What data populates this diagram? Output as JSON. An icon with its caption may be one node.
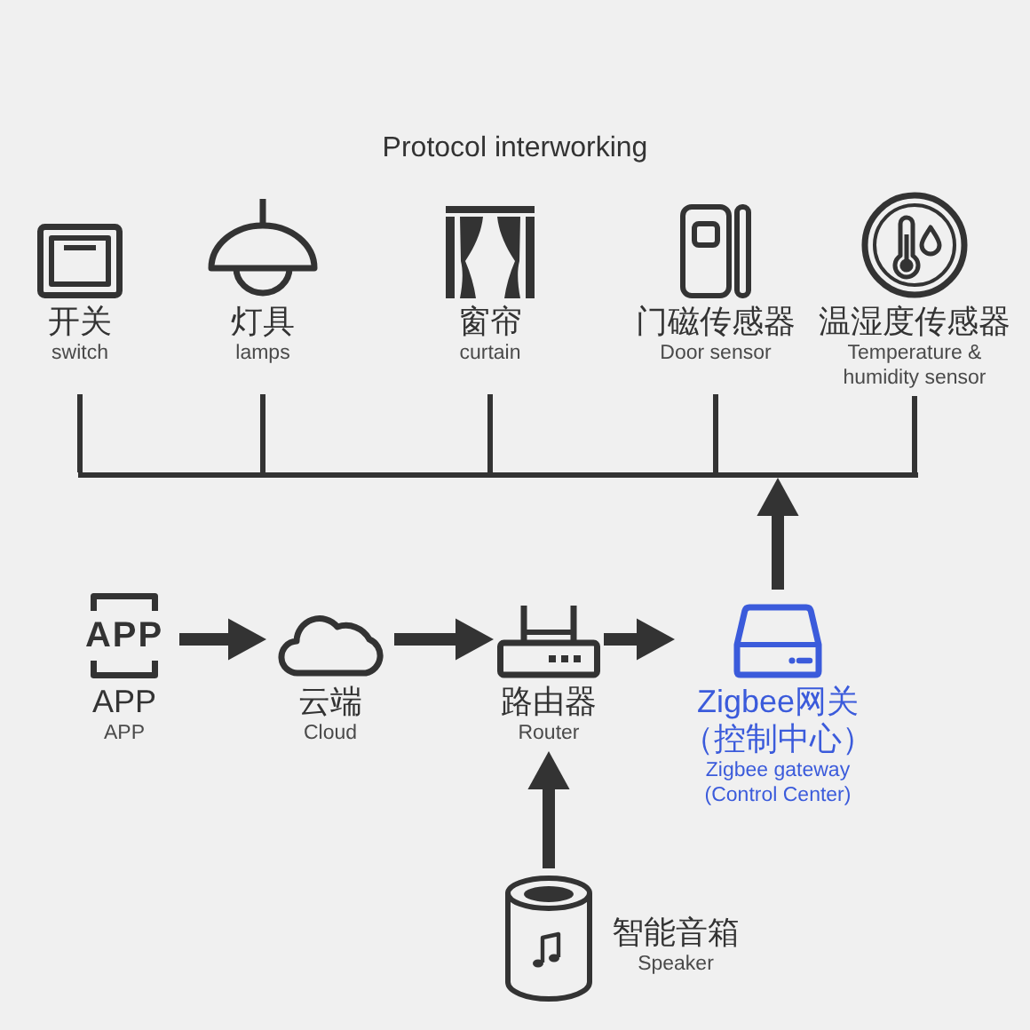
{
  "diagram": {
    "title": "Protocol interworking",
    "nodes": [
      {
        "text": [
          "开关",
          "switch"
        ]
      },
      {
        "text": [
          "灯具",
          "lamps"
        ]
      },
      {
        "text": [
          "窗帘",
          "curtain"
        ]
      },
      {
        "text": [
          "门磁传感器",
          "Door sensor"
        ]
      },
      {
        "text": [
          "温湿度传感器",
          "Temperature & humidity sensor"
        ]
      },
      {
        "text": [],
        "shape": "line"
      },
      {
        "text": [
          "APP",
          "APP",
          "APP"
        ]
      },
      {
        "text": [
          "云端",
          "Cloud"
        ]
      },
      {
        "text": [
          "路由器",
          "Router"
        ]
      },
      {
        "text": [
          "Zigbee网关（控制中心）",
          "Zigbee gateway (Control Center)"
        ]
      },
      {
        "text": [
          "智能音箱",
          "Speaker"
        ]
      }
    ],
    "edges": [
      {
        "from": 9,
        "to": 5,
        "arrow": "to",
        "style": "thick"
      },
      {
        "from": 5,
        "to": 0,
        "arrow": "none"
      },
      {
        "from": 5,
        "to": 1,
        "arrow": "none"
      },
      {
        "from": 5,
        "to": 2,
        "arrow": "none"
      },
      {
        "from": 5,
        "to": 3,
        "arrow": "none"
      },
      {
        "from": 5,
        "to": 4,
        "arrow": "none"
      },
      {
        "from": 6,
        "to": 7,
        "arrow": "to",
        "style": "thick"
      },
      {
        "from": 7,
        "to": 8,
        "arrow": "to",
        "style": "thick"
      },
      {
        "from": 8,
        "to": 9,
        "arrow": "to",
        "style": "thick"
      },
      {
        "from": 10,
        "to": 8,
        "arrow": "to",
        "style": "thick"
      }
    ]
  }
}
